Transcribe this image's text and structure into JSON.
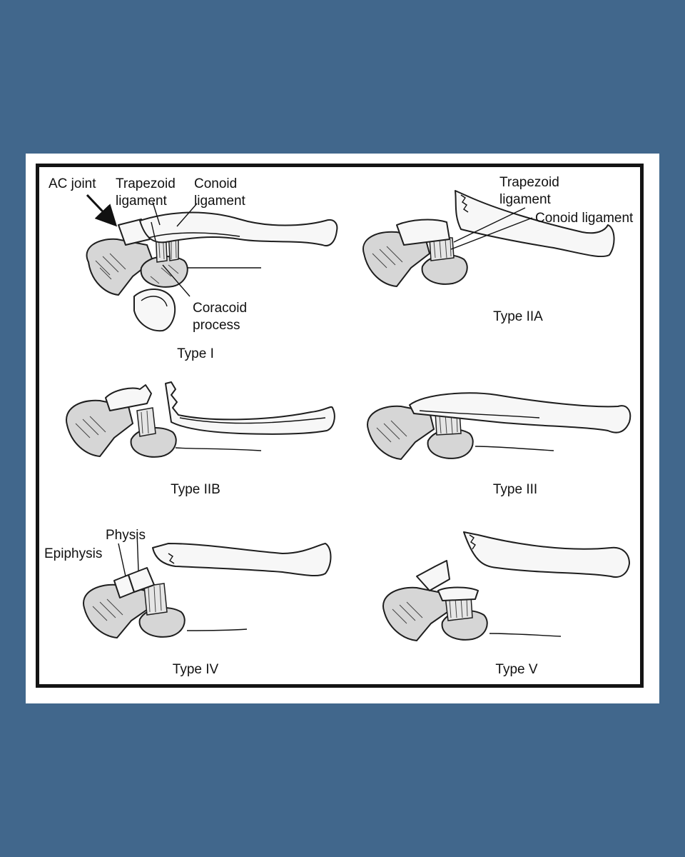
{
  "panels": {
    "type1": {
      "caption": "Type I",
      "labels": {
        "ac_joint": "AC joint",
        "trapezoid_1": "Trapezoid",
        "trapezoid_2": "ligament",
        "conoid_1": "Conoid",
        "conoid_2": "ligament",
        "coracoid_1": "Coracoid",
        "coracoid_2": "process"
      }
    },
    "type2a": {
      "caption": "Type IIA",
      "labels": {
        "trapezoid_1": "Trapezoid",
        "trapezoid_2": "ligament",
        "conoid": "Conoid ligament"
      }
    },
    "type2b": {
      "caption": "Type IIB"
    },
    "type3": {
      "caption": "Type III"
    },
    "type4": {
      "caption": "Type IV",
      "labels": {
        "physis": "Physis",
        "epiphysis": "Epiphysis"
      }
    },
    "type5": {
      "caption": "Type V"
    }
  }
}
